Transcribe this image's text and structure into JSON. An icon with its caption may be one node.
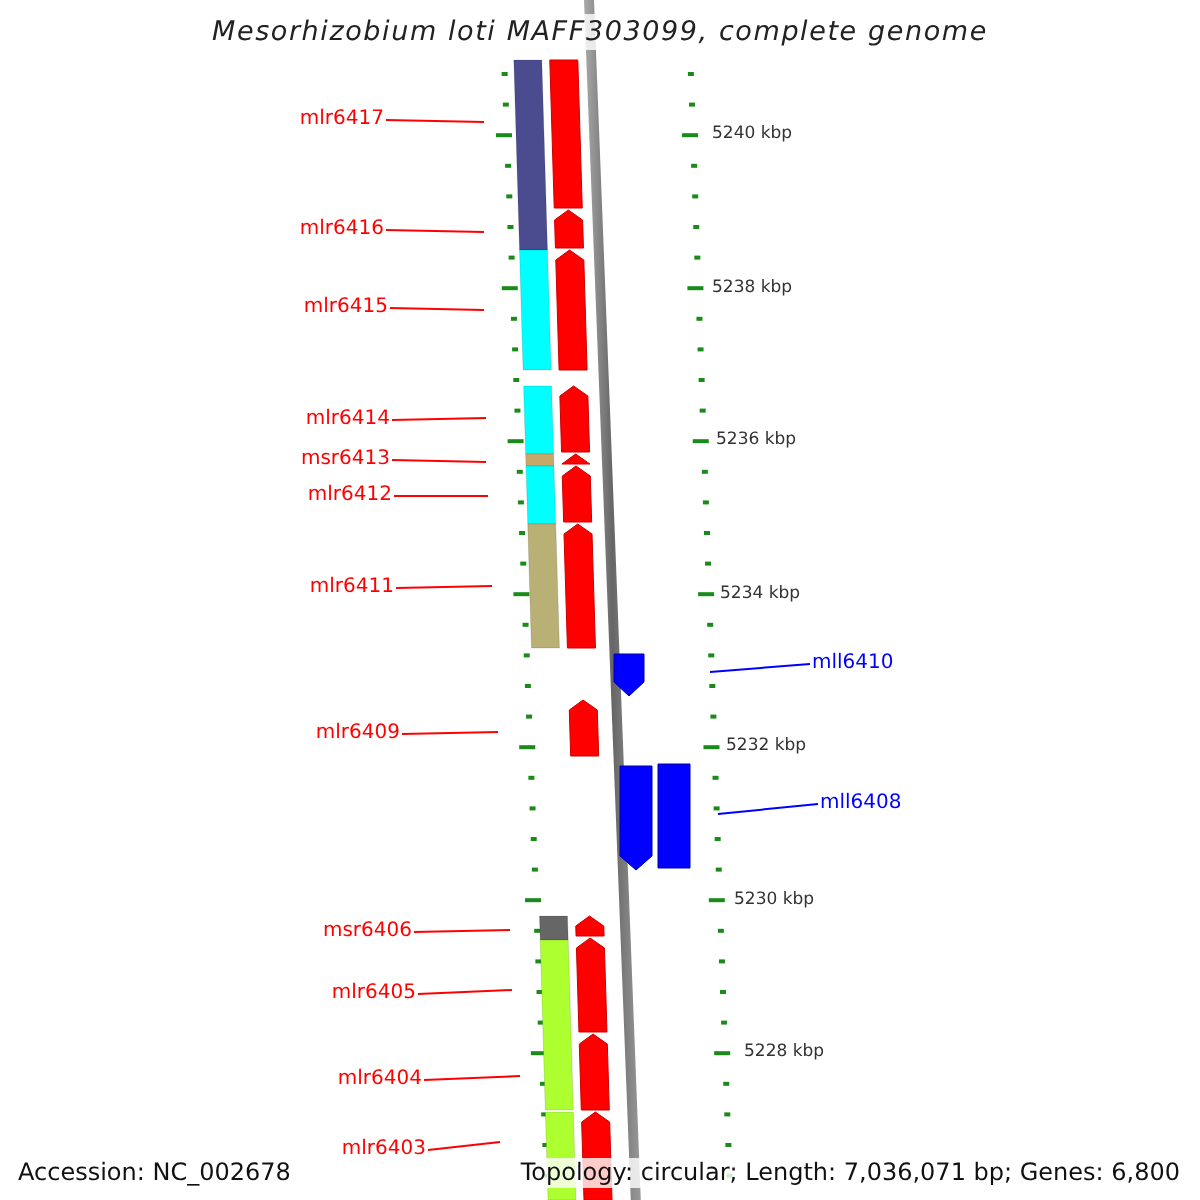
{
  "diagram": {
    "title": "Mesorhizobium loti MAFF303099, complete genome",
    "nodes": [
      {
        "text": [
          "mlr6417"
        ]
      },
      {
        "text": [
          "mlr6416"
        ]
      },
      {
        "text": [
          "mlr6415"
        ]
      },
      {
        "text": [
          "mlr6414"
        ]
      },
      {
        "text": [
          "msr6413"
        ]
      },
      {
        "text": [
          "mlr6412"
        ]
      },
      {
        "text": [
          "mlr6411"
        ]
      },
      {
        "text": [
          "mll6410"
        ]
      },
      {
        "text": [
          "mlr6409"
        ]
      },
      {
        "text": [
          "mll6408"
        ]
      },
      {
        "text": [
          "msr6406"
        ]
      },
      {
        "text": [
          "mlr6405"
        ]
      },
      {
        "text": [
          "mlr6404"
        ]
      },
      {
        "text": [
          "mlr6403"
        ]
      }
    ],
    "edges": [
      {
        "from": 0,
        "to": null,
        "arrow": "none"
      },
      {
        "from": 1,
        "to": null,
        "arrow": "none"
      },
      {
        "from": 2,
        "to": null,
        "arrow": "none"
      },
      {
        "from": 3,
        "to": null,
        "arrow": "none"
      },
      {
        "from": 4,
        "to": null,
        "arrow": "none"
      },
      {
        "from": 5,
        "to": null,
        "arrow": "none"
      },
      {
        "from": 6,
        "to": null,
        "arrow": "none"
      },
      {
        "from": 7,
        "to": null,
        "arrow": "none",
        "color": "#0000ff"
      },
      {
        "from": 8,
        "to": null,
        "arrow": "none"
      },
      {
        "from": 9,
        "to": null,
        "arrow": "none",
        "color": "#0000ff"
      },
      {
        "from": 10,
        "to": null,
        "arrow": "none"
      },
      {
        "from": 11,
        "to": null,
        "arrow": "none"
      },
      {
        "from": 12,
        "to": null,
        "arrow": "none"
      },
      {
        "from": 13,
        "to": null,
        "arrow": "none"
      }
    ],
    "labels": [
      "5240 kbp",
      "5238 kbp",
      "5236 kbp",
      "5234 kbp",
      "5232 kbp",
      "5230 kbp",
      "5228 kbp",
      "Accession: NC_002678",
      "Topology: circular; Length: 7,036,071 bp; Genes: 6,800"
    ]
  }
}
